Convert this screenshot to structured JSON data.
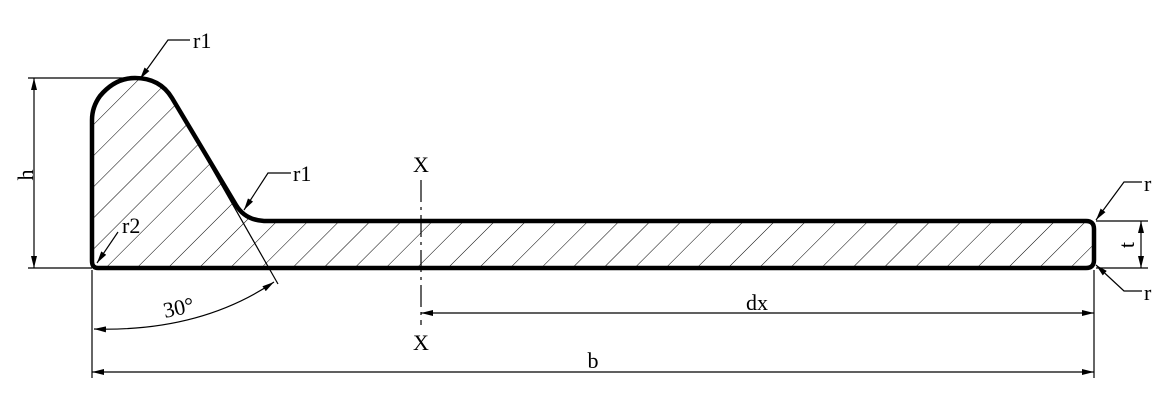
{
  "labels": {
    "r1_top": "r1",
    "r1_mid": "r1",
    "r2": "r2",
    "r_top_right": "r",
    "r_bottom_right": "r",
    "h": "h",
    "t": "t",
    "x_axis_top": "X",
    "x_axis_bottom": "X",
    "dx": "dx",
    "b": "b",
    "angle": "30°"
  }
}
